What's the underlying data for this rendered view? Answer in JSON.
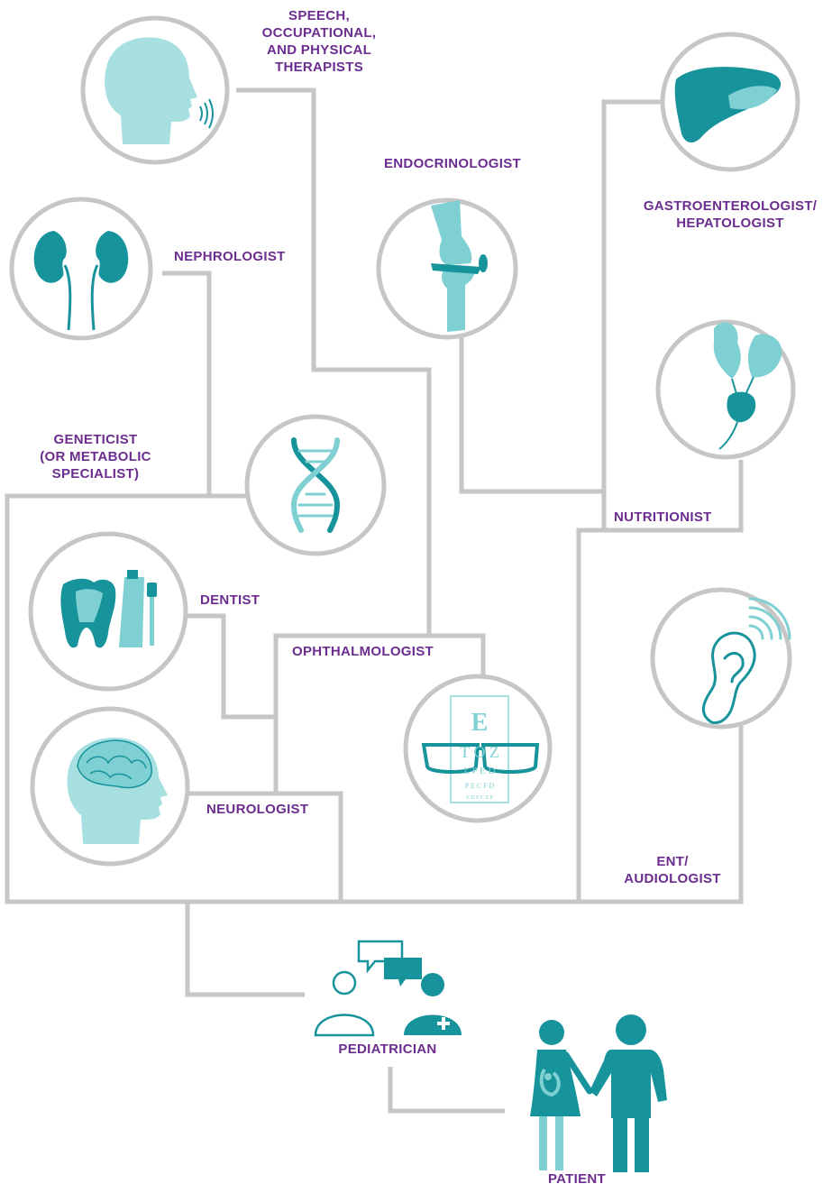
{
  "colors": {
    "line": "#c6c6c6",
    "circle_stroke": "#c6c6c6",
    "label": "#6b2d8f",
    "teal_dark": "#17939b",
    "teal_light": "#7fd0d2",
    "teal_pale": "#a8e0e2"
  },
  "specialists": {
    "speech": {
      "label": [
        "SPEECH,",
        "OCCUPATIONAL,",
        "AND PHYSICAL",
        "THERAPISTS"
      ],
      "icon": "speaking-head-icon"
    },
    "endocrinologist": {
      "label": [
        "ENDOCRINOLOGIST"
      ],
      "icon": "knee-joint-icon"
    },
    "gastro": {
      "label": [
        "GASTROENTEROLOGIST/",
        "HEPATOLOGIST"
      ],
      "icon": "liver-icon"
    },
    "nephrologist": {
      "label": [
        "NEPHROLOGIST"
      ],
      "icon": "kidneys-icon"
    },
    "geneticist": {
      "label": [
        "GENETICIST",
        "(OR METABOLIC",
        "SPECIALIST)"
      ],
      "icon": "dna-icon"
    },
    "nutritionist": {
      "label": [
        "NUTRITIONIST"
      ],
      "icon": "beet-icon"
    },
    "dentist": {
      "label": [
        "DENTIST"
      ],
      "icon": "tooth-and-toothpaste-icon"
    },
    "ophthalmologist": {
      "label": [
        "OPHTHALMOLOGIST"
      ],
      "icon": "eye-chart-glasses-icon"
    },
    "ent": {
      "label": [
        "ENT/",
        "AUDIOLOGIST"
      ],
      "icon": "ear-icon"
    },
    "neurologist": {
      "label": [
        "NEUROLOGIST"
      ],
      "icon": "brain-head-icon"
    }
  },
  "eye_chart": {
    "rows": [
      "E",
      "T O Z",
      "L P E D",
      "P E C F D",
      "E D F C Z P"
    ]
  },
  "pediatrician": {
    "label": "PEDIATRICIAN",
    "icon": "doctor-consultation-icon"
  },
  "patient": {
    "label": "PATIENT",
    "icon": "parent-and-child-icon"
  }
}
